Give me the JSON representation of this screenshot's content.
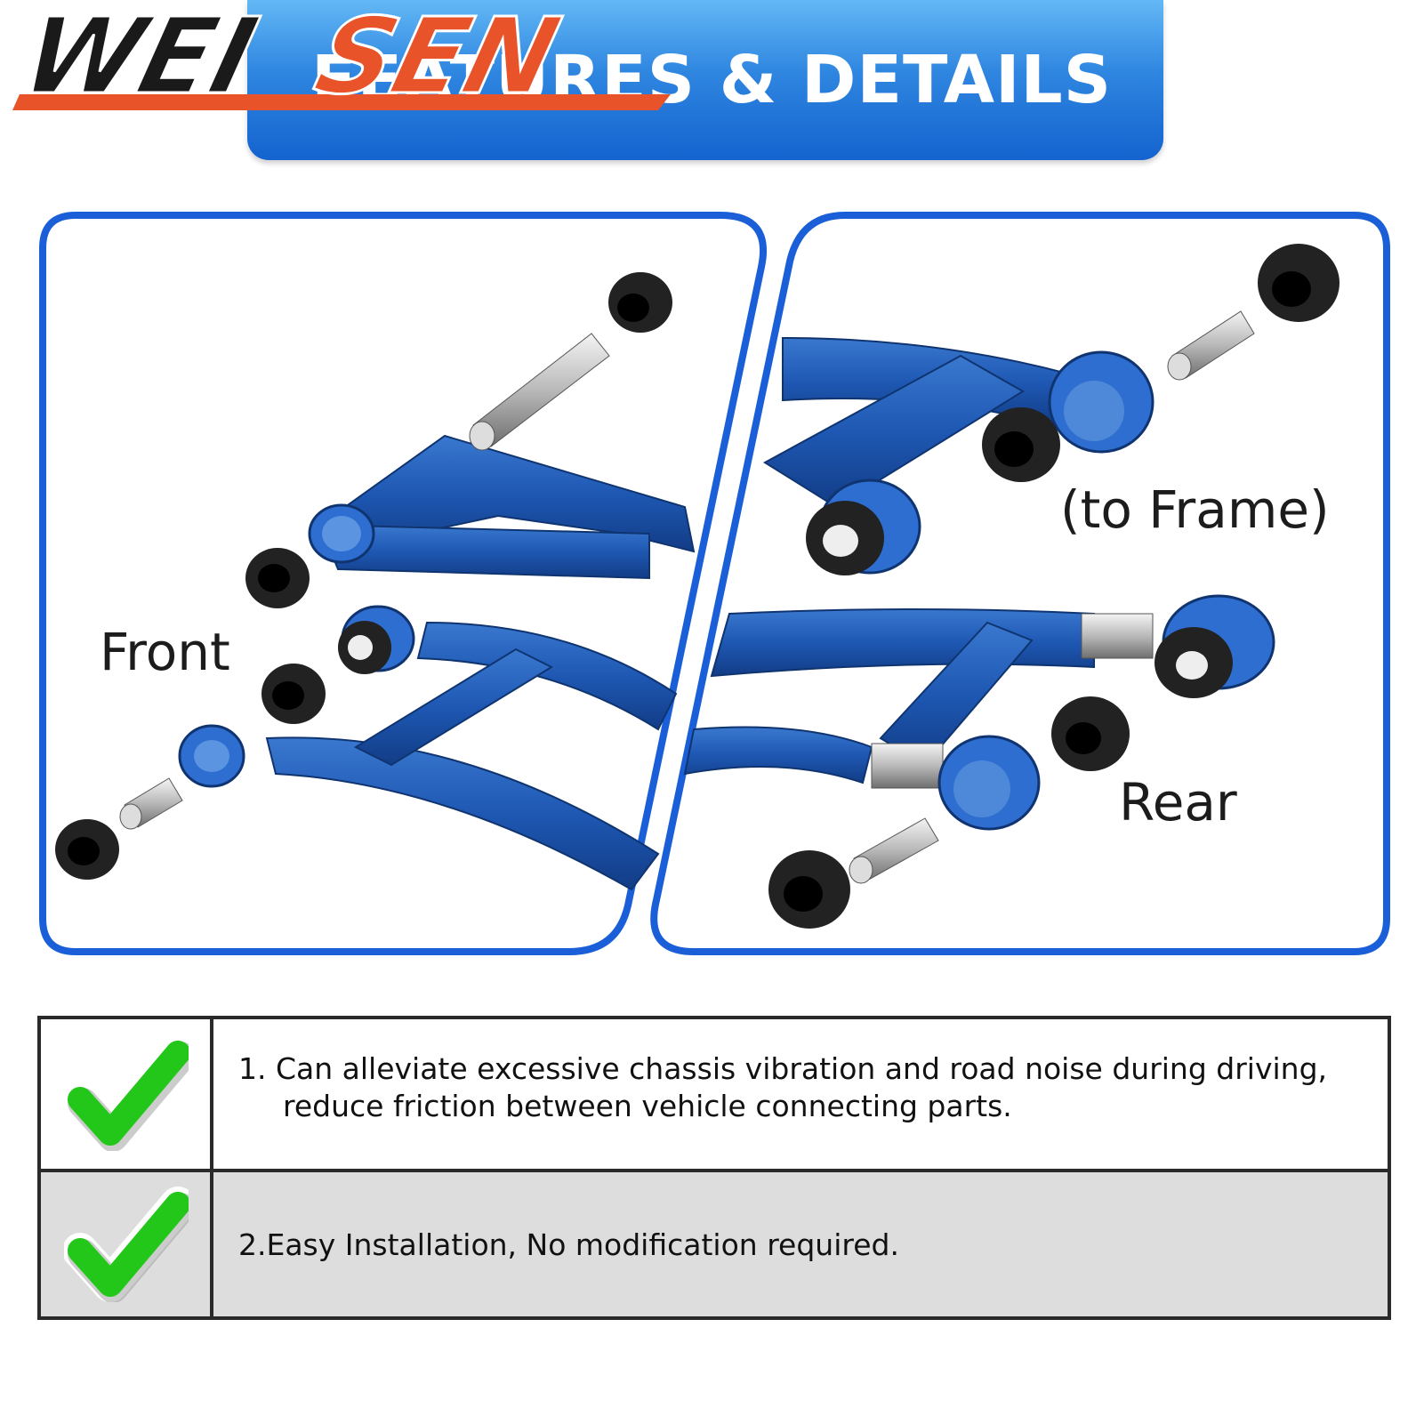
{
  "brand": {
    "logo_text": "WEISEN",
    "logo_colors": {
      "dark": "#1a1a1a",
      "accent": "#e8532a"
    }
  },
  "header": {
    "title": "FEATURES & DETAILS"
  },
  "panels": [
    {
      "label": "Front"
    },
    {
      "label_top": "(to Frame)",
      "label_bottom": "Rear"
    }
  ],
  "colors": {
    "frame_blue": "#1a5fd8",
    "arm_blue": "#1f4fa6",
    "check_green": "#22c71a"
  },
  "features": [
    {
      "icon": "checkmark-icon",
      "line1": "1. Can alleviate excessive chassis vibration and road noise during driving,",
      "line2": "reduce friction between vehicle connecting parts."
    },
    {
      "icon": "checkmark-icon",
      "line1": "2.Easy Installation,  No modification required."
    }
  ]
}
